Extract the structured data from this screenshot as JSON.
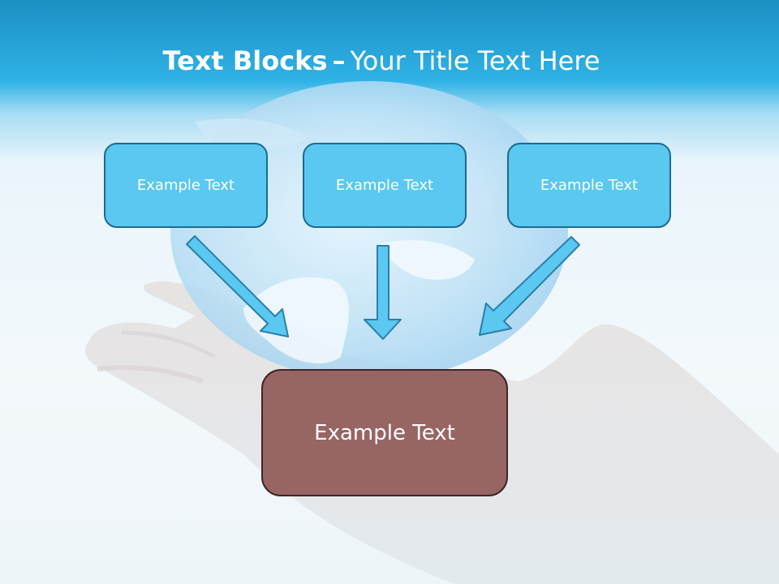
{
  "title": {
    "strong": "Text Blocks",
    "separator": "–",
    "rest": "Your Title Text Here"
  },
  "boxes": {
    "top": [
      "Example Text",
      "Example Text",
      "Example Text"
    ],
    "bottom": "Example Text"
  },
  "colors": {
    "header": "#2fb2e6",
    "top_box_fill": "#5ac8f0",
    "top_box_border": "#1b6b92",
    "bottom_box_fill": "#976563",
    "bottom_box_border": "#3e2626",
    "arrow_fill": "#5ac8f0",
    "arrow_stroke": "#2a7fab"
  }
}
